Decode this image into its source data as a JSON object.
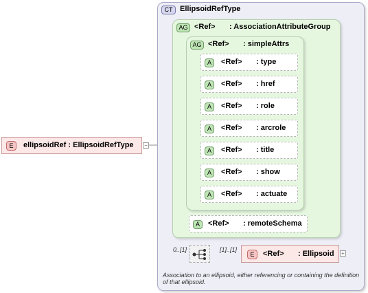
{
  "root_element": {
    "badge": "E",
    "label": "ellipsoidRef : EllipsoidRefType"
  },
  "complex_type": {
    "badge": "CT",
    "name": "EllipsoidRefType"
  },
  "association_group": {
    "badge": "AG",
    "ref": "<Ref>",
    "name": ": AssociationAttributeGroup"
  },
  "simple_attrs": {
    "badge": "AG",
    "ref": "<Ref>",
    "name": ": simpleAttrs",
    "attributes": [
      {
        "badge": "A",
        "ref": "<Ref>",
        "name": ": type"
      },
      {
        "badge": "A",
        "ref": "<Ref>",
        "name": ": href"
      },
      {
        "badge": "A",
        "ref": "<Ref>",
        "name": ": role"
      },
      {
        "badge": "A",
        "ref": "<Ref>",
        "name": ": arcrole"
      },
      {
        "badge": "A",
        "ref": "<Ref>",
        "name": ": title"
      },
      {
        "badge": "A",
        "ref": "<Ref>",
        "name": ": show"
      },
      {
        "badge": "A",
        "ref": "<Ref>",
        "name": ": actuate"
      }
    ]
  },
  "remote_schema": {
    "badge": "A",
    "ref": "<Ref>",
    "name": ": remoteSchema"
  },
  "sequence": {
    "multiplicity": "0..[1]",
    "child_multiplicity": "[1]..[1]"
  },
  "child_element": {
    "badge": "E",
    "ref": "<Ref>",
    "name": ": Ellipsoid"
  },
  "documentation": "Association to an ellipsoid, either referencing or containing the definition of that ellipsoid."
}
